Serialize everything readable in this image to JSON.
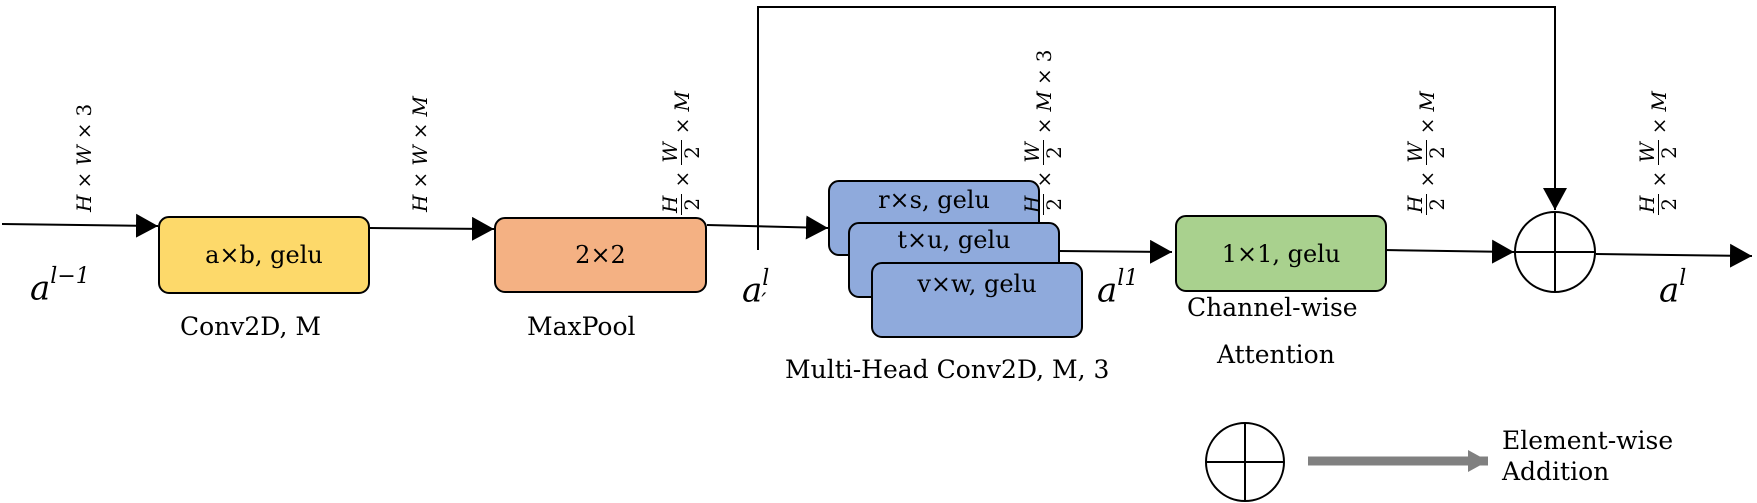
{
  "blocks": {
    "conv": {
      "label": "a×b, gelu",
      "caption": "Conv2D, M",
      "color": "#FDD96A"
    },
    "maxpool": {
      "label": "2×2",
      "caption": "MaxPool",
      "color": "#F4B183"
    },
    "multihead": {
      "labels": [
        "r×s, gelu",
        "t×u, gelu",
        "v×w, gelu"
      ],
      "caption": "Multi-Head Conv2D, M, 3",
      "color": "#8FAADC"
    },
    "attention": {
      "label": "1×1, gelu",
      "caption_line1": "Channel-wise",
      "caption_line2": "Attention",
      "color": "#A9D18E"
    }
  },
  "variables": {
    "input": {
      "base": "a",
      "sup": "l−1"
    },
    "after_pool": {
      "base": "a",
      "sup": "l",
      "sub": "′"
    },
    "after_multihead": {
      "base": "a",
      "sup": "l1"
    },
    "output": {
      "base": "a",
      "sup": "l"
    }
  },
  "dimensions": {
    "d1": {
      "a": "H",
      "b": "W",
      "c": "3"
    },
    "d2": {
      "a": "H",
      "b": "W",
      "c": "M"
    },
    "d3": {
      "num1": "H",
      "den1": "2",
      "num2": "W",
      "den2": "2",
      "tail": "M"
    },
    "d4": {
      "num1": "H",
      "den1": "2",
      "num2": "W",
      "den2": "2",
      "tail": "M",
      "tail2": "3"
    },
    "d5": {
      "num1": "H",
      "den1": "2",
      "num2": "W",
      "den2": "2",
      "tail": "M"
    },
    "d6": {
      "num1": "H",
      "den1": "2",
      "num2": "W",
      "den2": "2",
      "tail": "M"
    },
    "times": "×"
  },
  "legend": {
    "line1": "Element-wise",
    "line2": "Addition",
    "arrow_color": "#808080"
  }
}
